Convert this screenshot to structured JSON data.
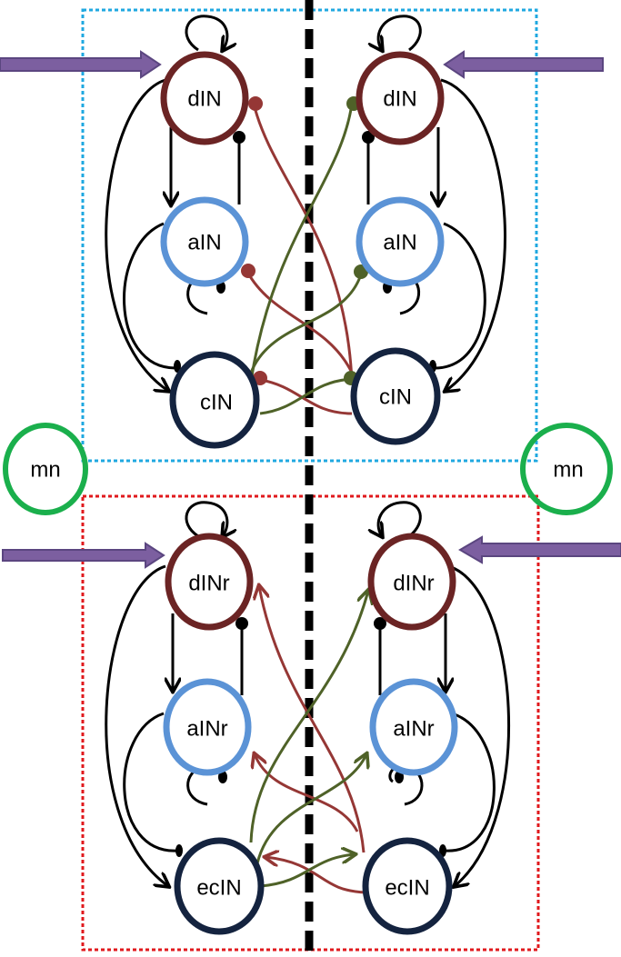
{
  "colors": {
    "dIN": "#6b2424",
    "aIN": "#5b93d6",
    "cIN": "#14233f",
    "mn": "#1aaf4c",
    "input_arrow": "#7c5fa0",
    "input_arrow_border": "#5b4680",
    "left_cross": "#953735",
    "right_cross": "#4f6228",
    "excitatory": "#000000",
    "upper_box": "#1fa8e0",
    "lower_box": "#e0191d",
    "midline": "#000000"
  },
  "upper_circuit": {
    "box": "upper-dashed-region",
    "nodes": {
      "left_dIN": "dIN",
      "left_aIN": "aIN",
      "left_cIN": "cIN",
      "right_dIN": "dIN",
      "right_aIN": "aIN",
      "right_cIN": "cIN"
    },
    "synapse_style": "inhibitory crossing (dot endings)"
  },
  "motor_neurons": {
    "left": "mn",
    "right": "mn"
  },
  "lower_circuit": {
    "box": "lower-dashed-region",
    "nodes": {
      "left_dIN": "dINr",
      "left_aIN": "aINr",
      "left_cIN": "ecIN",
      "right_dIN": "dINr",
      "right_aIN": "aINr",
      "right_cIN": "ecIN"
    },
    "synapse_style": "excitatory crossing (arrow endings)"
  }
}
